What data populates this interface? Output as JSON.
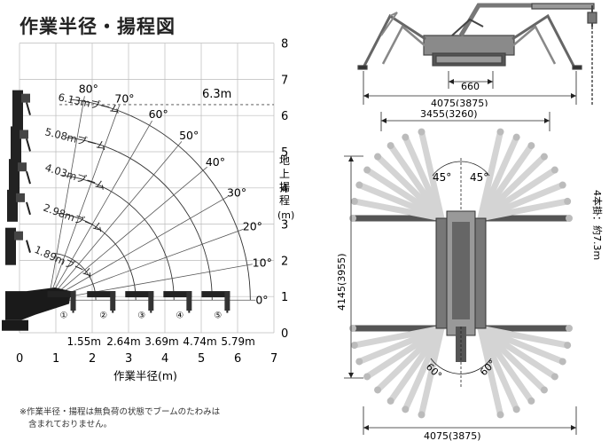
{
  "title": "作業半径・揚程図",
  "note": {
    "line1": "※作業半径・揚程は無負荷の状態でブームのたわみは",
    "line2": "含まれておりません。"
  },
  "chart": {
    "xlabel": "作業半径(m)",
    "ylabel": [
      "地",
      "上",
      "揚",
      "程",
      "(m)"
    ],
    "x_ticks": [
      "0",
      "1",
      "2",
      "3",
      "4",
      "5",
      "6",
      "7"
    ],
    "y_ticks": [
      "0",
      "1",
      "2",
      "3",
      "4",
      "5",
      "6",
      "7",
      "8"
    ],
    "max_height_label": "6.3m",
    "angles": [
      "80°",
      "70°",
      "60°",
      "50°",
      "40°",
      "30°",
      "20°",
      "10°",
      "0°"
    ],
    "booms": [
      "6.13mブーム",
      "5.08mブーム",
      "4.03mブーム",
      "2.98mブーム",
      "1.89mブーム"
    ],
    "reaches": [
      "1.55m",
      "2.64m",
      "3.69m",
      "4.74m",
      "5.79m"
    ],
    "stage_numbers": [
      "①",
      "②",
      "③",
      "④",
      "⑤"
    ]
  },
  "top_view": {
    "dim_660": "660",
    "dim_4075": "4075(3875)"
  },
  "plan_view": {
    "dim_top": "3455(3260)",
    "dim_bottom": "4075(3875)",
    "dim_side": "4145(3955)",
    "angle_45": "45°",
    "angle_60": "60°",
    "hook_label": "4本掛：約7.3m"
  }
}
